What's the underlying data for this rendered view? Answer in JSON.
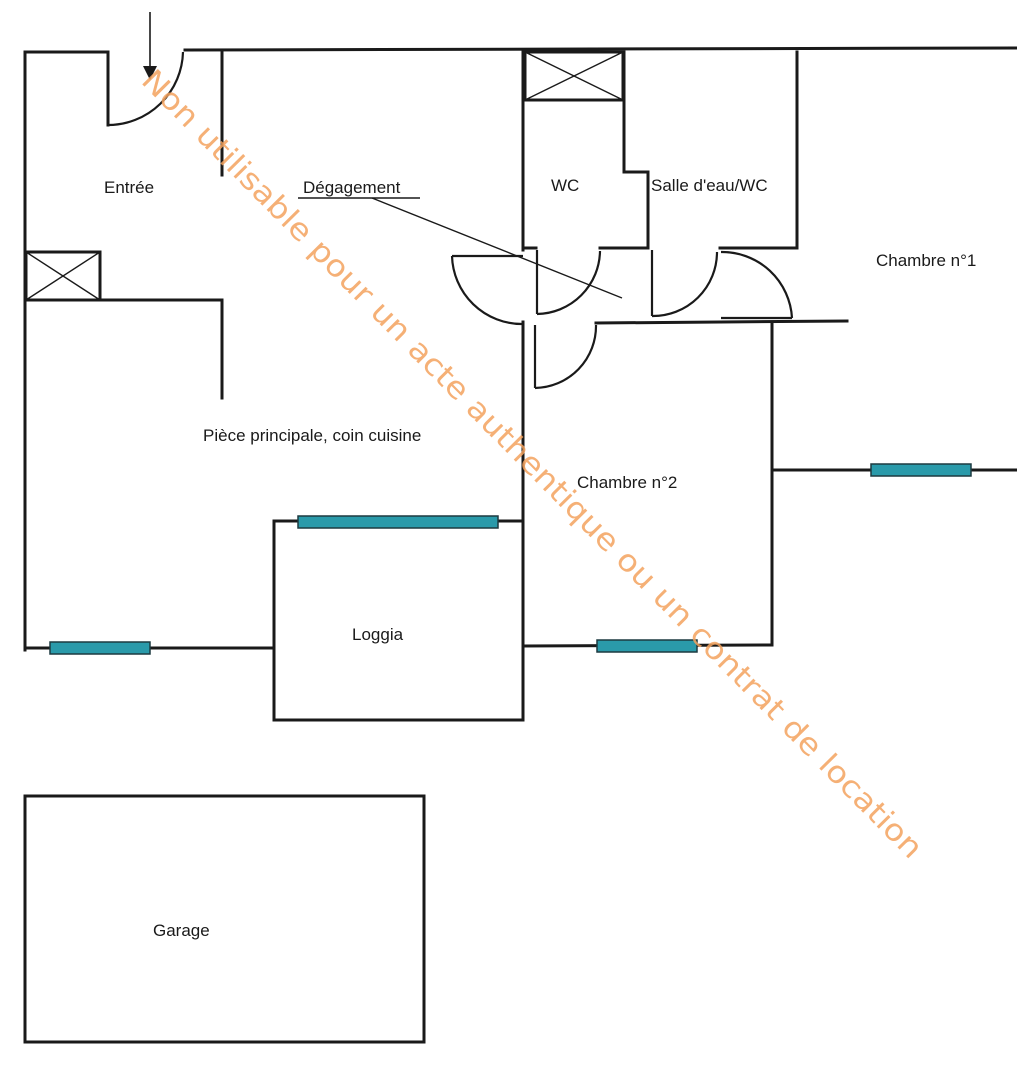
{
  "rooms": {
    "entree": "Entrée",
    "degagement": "Dégagement",
    "wc": "WC",
    "salle_eau": "Salle d'eau/WC",
    "chambre1": "Chambre n°1",
    "piece_principale": "Pièce principale, coin cuisine",
    "chambre2": "Chambre n°2",
    "loggia": "Loggia",
    "garage": "Garage"
  },
  "watermark": "Non utilisable pour un acte authentique ou un contrat de location",
  "colors": {
    "window": "#2a9aaa",
    "wall": "#1a1a1a",
    "watermark": "#f4a35f"
  }
}
